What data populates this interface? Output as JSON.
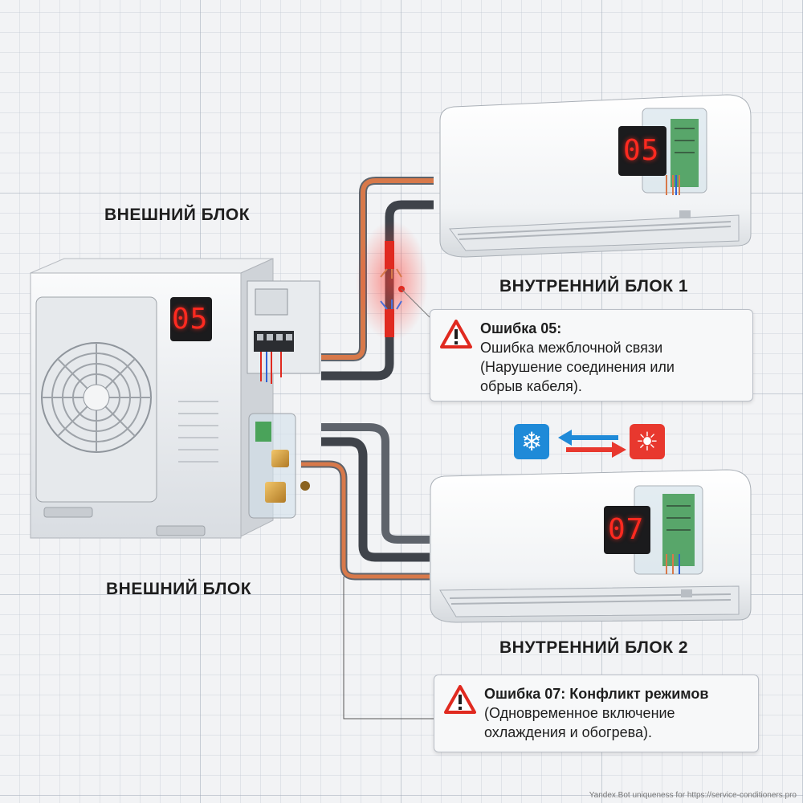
{
  "labels": {
    "outdoor_top": "ВНЕШНИЙ БЛОК",
    "outdoor_bottom": "ВНЕШНИЙ БЛОК",
    "indoor1": "ВНУТРЕННИЙ БЛОК 1",
    "indoor2": "ВНУТРЕННИЙ БЛОК 2"
  },
  "displays": {
    "outdoor": "05",
    "indoor1": "05",
    "indoor2": "07"
  },
  "callouts": {
    "error05": {
      "title": "Ошибка 05:",
      "lines": [
        "Ошибка межблочной связи",
        "(Нарушение соединения или",
        "обрыв кабеля)."
      ]
    },
    "error07": {
      "title": "Ошибка 07: Конфликт режимов",
      "lines": [
        "(Одновременное включение",
        "охлаждения и обогрева)."
      ]
    }
  },
  "mode_icons": {
    "cool": "snowflake-icon",
    "heat": "sun-icon"
  },
  "colors": {
    "error_red": "#e02a20",
    "cool_blue": "#1f8ad8",
    "heat_red": "#e8382e",
    "copper": "#d8794a",
    "cable_gray": "#4a4e55"
  },
  "footer": "Yandex.Bot uniqueness for https://service-conditioners.pro"
}
